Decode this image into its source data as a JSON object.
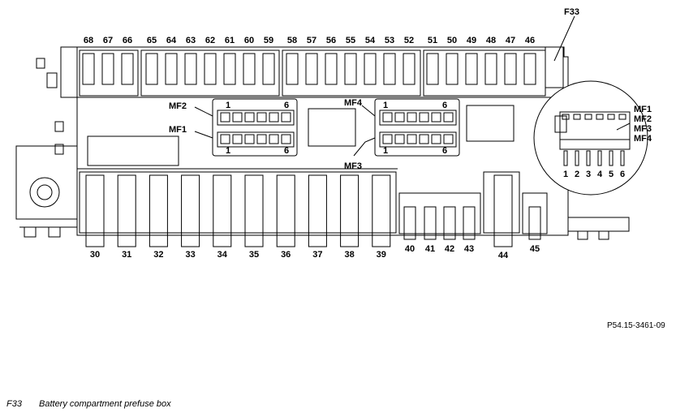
{
  "diagram": {
    "top_fuses": [
      "68",
      "67",
      "66",
      "65",
      "64",
      "63",
      "62",
      "61",
      "60",
      "59",
      "58",
      "57",
      "56",
      "55",
      "54",
      "53",
      "52",
      "51",
      "50",
      "49",
      "48",
      "47",
      "46"
    ],
    "bottom_fuses_large": [
      "30",
      "31",
      "32",
      "33",
      "34",
      "35",
      "36",
      "37",
      "38",
      "39"
    ],
    "bottom_fuses_small": [
      "40",
      "41",
      "42",
      "43"
    ],
    "fuse_44": "44",
    "fuse_45": "45",
    "f33_label": "F33",
    "mf1": "MF1",
    "mf2": "MF2",
    "mf3": "MF3",
    "mf4": "MF4",
    "pin_first": "1",
    "pin_last": "6",
    "inset_pins": [
      "1",
      "2",
      "3",
      "4",
      "5",
      "6"
    ]
  },
  "ref_code": "P54.15-3461-09",
  "caption": {
    "code": "F33",
    "text": "Battery compartment prefuse box"
  }
}
